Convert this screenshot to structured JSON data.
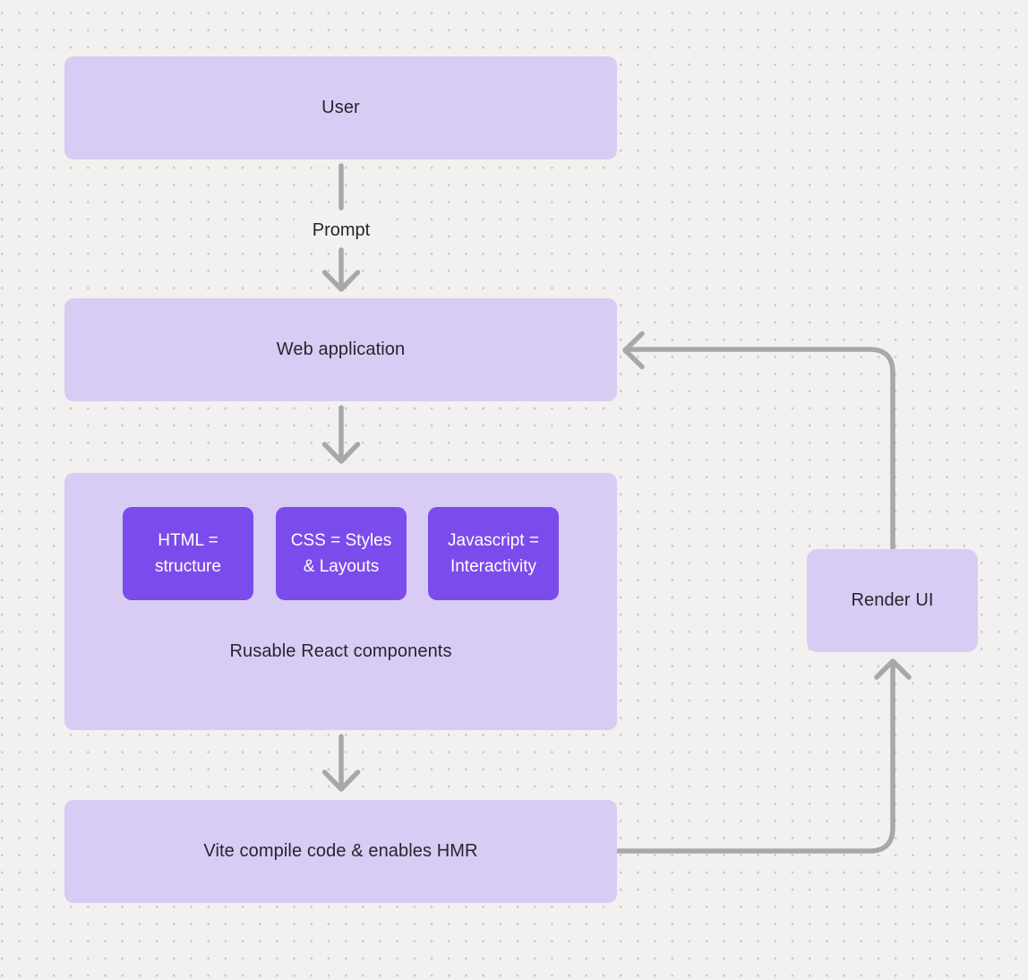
{
  "diagram": {
    "nodes": {
      "user": {
        "label": "User"
      },
      "web_application": {
        "label": "Web application"
      },
      "components_group": {
        "label": "Rusable React components"
      },
      "chips": [
        {
          "label": "HTML =\nstructure"
        },
        {
          "label": "CSS = Styles\n& Layouts"
        },
        {
          "label": "Javascript =\nInteractivity"
        }
      ],
      "vite": {
        "label": "Vite compile code & enables HMR"
      },
      "render_ui": {
        "label": "Render UI"
      }
    },
    "edges": [
      {
        "from": "user",
        "to": "web_application",
        "label": "Prompt"
      },
      {
        "from": "web_application",
        "to": "components_group",
        "label": ""
      },
      {
        "from": "components_group",
        "to": "vite",
        "label": ""
      },
      {
        "from": "vite",
        "to": "render_ui",
        "label": ""
      },
      {
        "from": "render_ui",
        "to": "web_application",
        "label": ""
      }
    ],
    "colors": {
      "background": "#f2f1ef",
      "grid_dot": "#c7c4c1",
      "node_fill": "#d8ccf5",
      "chip_fill": "#7c4beb",
      "chip_text": "#ffffff",
      "node_text": "#26262c",
      "connector": "#a8a8a8"
    }
  }
}
